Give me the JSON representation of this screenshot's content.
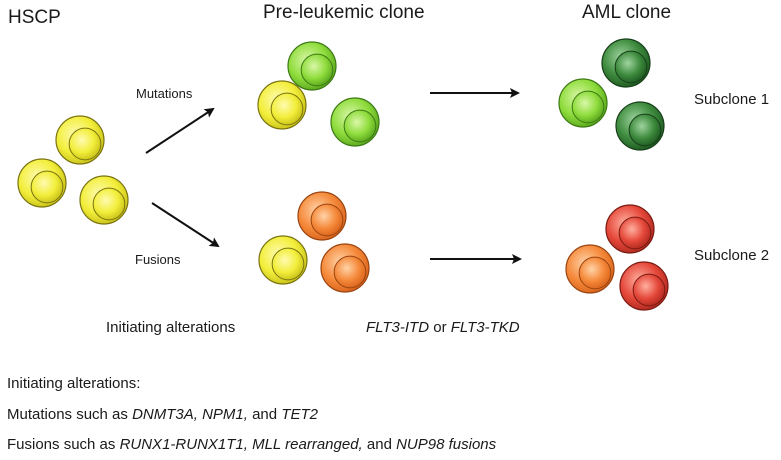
{
  "headings": {
    "hscp": "HSCP",
    "pre_leukemic": "Pre-leukemic clone",
    "aml": "AML clone"
  },
  "arrow_labels": {
    "mutations": "Mutations",
    "fusions": "Fusions"
  },
  "subclones": {
    "one": "Subclone 1",
    "two": "Subclone 2"
  },
  "captions": {
    "initiating": "Initiating alterations",
    "flt3_a": "FLT3-ITD",
    "flt3_or": " or ",
    "flt3_b": "FLT3-TKD"
  },
  "footnote": {
    "title": "Initiating alterations:",
    "mut_prefix": "Mutations such as ",
    "mut_g1": "DNMT3A,",
    "mut_sep1": " ",
    "mut_g2": "NPM1,",
    "mut_sep2": " and ",
    "mut_g3": "TET2",
    "fus_prefix": "Fusions such as ",
    "fus_g1": "RUNX1-RUNX1T1,",
    "fus_sep1": " ",
    "fus_g2": "MLL rearranged,",
    "fus_sep2": " and ",
    "fus_g3": "NUP98 fusions"
  },
  "colors": {
    "yellow": "#f2ee3a",
    "light_green": "#8fdc3c",
    "dark_green": "#3d8a3d",
    "orange": "#f5893a",
    "red": "#e5483a",
    "arrow": "#111111"
  }
}
